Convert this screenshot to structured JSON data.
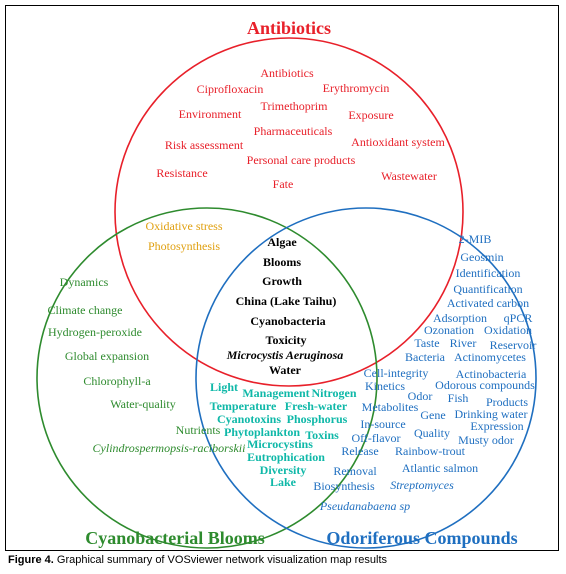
{
  "colors": {
    "antibiotics": "#e8202a",
    "cyanobacterial": "#2e8b2e",
    "odoriferous": "#1f6fc0",
    "overlap_ab_cyano": "#e0a010",
    "center": "#000000",
    "overlap_cyano_odor": "#0fb8a8"
  },
  "headings": {
    "antibiotics": "Antibiotics",
    "cyanobacterial": "Cyanobacterial Blooms",
    "odoriferous": "Odoriferous Compounds"
  },
  "antibiotics_terms": [
    "Antibiotics",
    "Ciprofloxacin",
    "Erythromycin",
    "Trimethoprim",
    "Environment",
    "Exposure",
    "Pharmaceuticals",
    "Risk assessment",
    "Antioxidant system",
    "Personal care products",
    "Resistance",
    "Wastewater",
    "Fate"
  ],
  "ab_cyano_terms": [
    "Oxidative stress",
    "Photosynthesis"
  ],
  "center_terms": [
    "Algae",
    "Blooms",
    "Growth",
    "China (Lake Taihu)",
    "Cyanobacteria",
    "Toxicity",
    "Microcystis Aeruginosa",
    "Water"
  ],
  "cyano_terms": [
    "Dynamics",
    "Climate change",
    "Hydrogen-peroxide",
    "Global expansion",
    "Chlorophyll-a",
    "Water-quality",
    "Nutrients",
    "Cylindrospermopsis-raciborskii"
  ],
  "cyano_odor_terms": [
    "Light",
    "Management",
    "Nitrogen",
    "Temperature",
    "Fresh-water",
    "Cyanotoxins",
    "Phosphorus",
    "Phytoplankton",
    "Toxins",
    "Microcystins",
    "Eutrophication",
    "Diversity",
    "Lake"
  ],
  "odor_terms": [
    "2-MIB",
    "Geosmin",
    "Identification",
    "Quantification",
    "Activated carbon",
    "Adsorption",
    "qPCR",
    "Ozonation",
    "Oxidation",
    "Taste",
    "River",
    "Reservoir",
    "Bacteria",
    "Actinomycetes",
    "Cell-integrity",
    "Actinobacteria",
    "Kinetics",
    "Odorous compounds",
    "Odor",
    "Fish",
    "Products",
    "Metabolites",
    "Gene",
    "Drinking water",
    "In-source",
    "Expression",
    "Quality",
    "Off-flavor",
    "Musty odor",
    "Release",
    "Rainbow-trout",
    "Atlantic salmon",
    "Removal",
    "Biosynthesis",
    "Streptomyces",
    "Pseudanabaena sp"
  ],
  "caption": {
    "label": "Figure 4.",
    "text": " Graphical summary of VOSviewer network visualization map results"
  }
}
